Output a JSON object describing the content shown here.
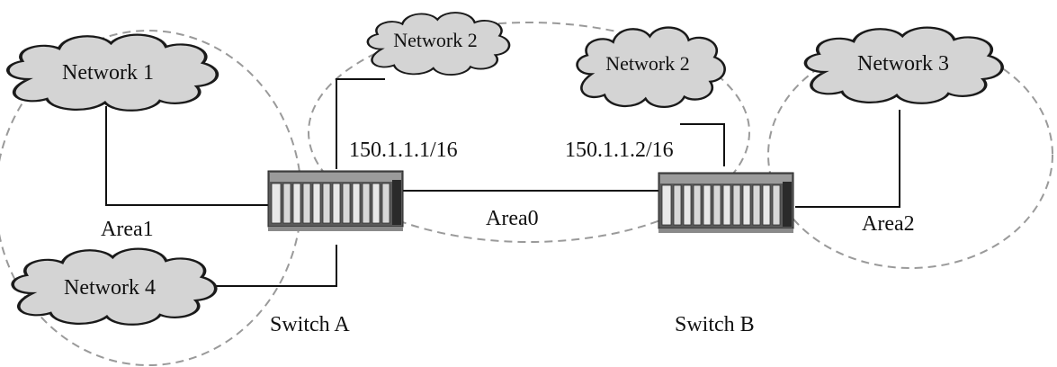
{
  "colors": {
    "cloud_fill": "#d4d4d4",
    "cloud_stroke": "#1a1a1a",
    "area_dash": "#9a9a9a",
    "link": "#111111"
  },
  "icons": {
    "cloud": "cloud-icon",
    "switch": "switch-icon"
  },
  "areas": {
    "area1": "Area1",
    "area0": "Area0",
    "area2": "Area2"
  },
  "networks": {
    "network1": "Network 1",
    "network2_a": "Network 2",
    "network2_b": "Network 2",
    "network3": "Network 3",
    "network4": "Network 4"
  },
  "switches": {
    "switch_a": "Switch A",
    "switch_b": "Switch B"
  },
  "addresses": {
    "switch_a_ip": "150.1.1.1/16",
    "switch_b_ip": "150.1.1.2/16"
  }
}
